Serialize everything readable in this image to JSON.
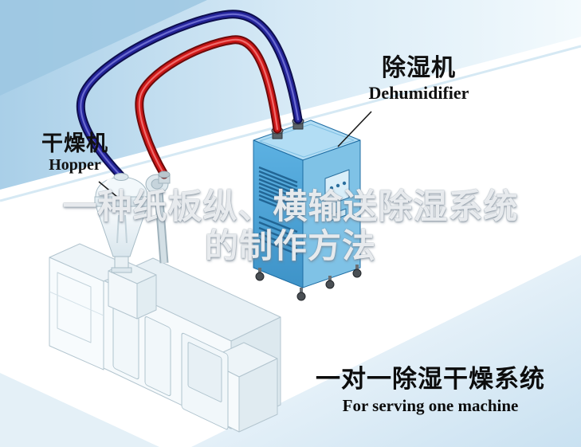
{
  "labels": {
    "dehumidifier": {
      "cn": "除湿机",
      "en": "Dehumidifier"
    },
    "hopper": {
      "cn": "干燥机",
      "en": "Hopper"
    }
  },
  "watermark": {
    "line1": "一种纸板纵、横输送除湿系统",
    "line2": "的制作方法"
  },
  "caption": {
    "cn": "一对一除湿干燥系统",
    "en": "For serving one machine"
  },
  "diagram": {
    "colors": {
      "hose_red": "#cc1717",
      "hose_blue": "#24249a",
      "dehumidifier_body": "#4fa6da",
      "machine_body": "#f6fafc",
      "background_tint": "#a9cfe8"
    }
  }
}
